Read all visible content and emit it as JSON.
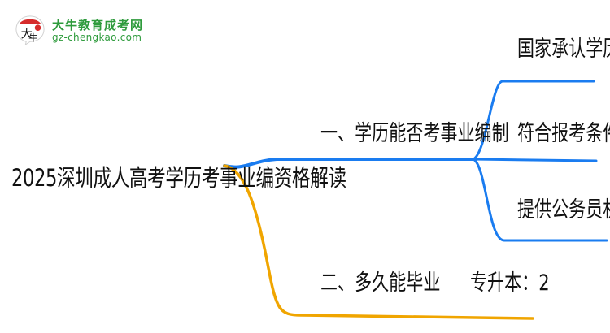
{
  "logo": {
    "badge_text": "大牛",
    "title": "大牛教育成考网",
    "url": "gz-chengkao.com",
    "color": "#2e9b3c"
  },
  "mindmap": {
    "root": "2025深圳成人高考学历考事业编资格解读",
    "branches": [
      {
        "label": "一、学历能否考事业编制",
        "color": "#1a7cf0",
        "children": [
          "国家承认学历",
          "符合报考条件",
          "提供公务员机会"
        ]
      },
      {
        "label": "二、多久能毕业",
        "color": "#f0a500",
        "children": [
          "专升本：2"
        ]
      }
    ]
  }
}
